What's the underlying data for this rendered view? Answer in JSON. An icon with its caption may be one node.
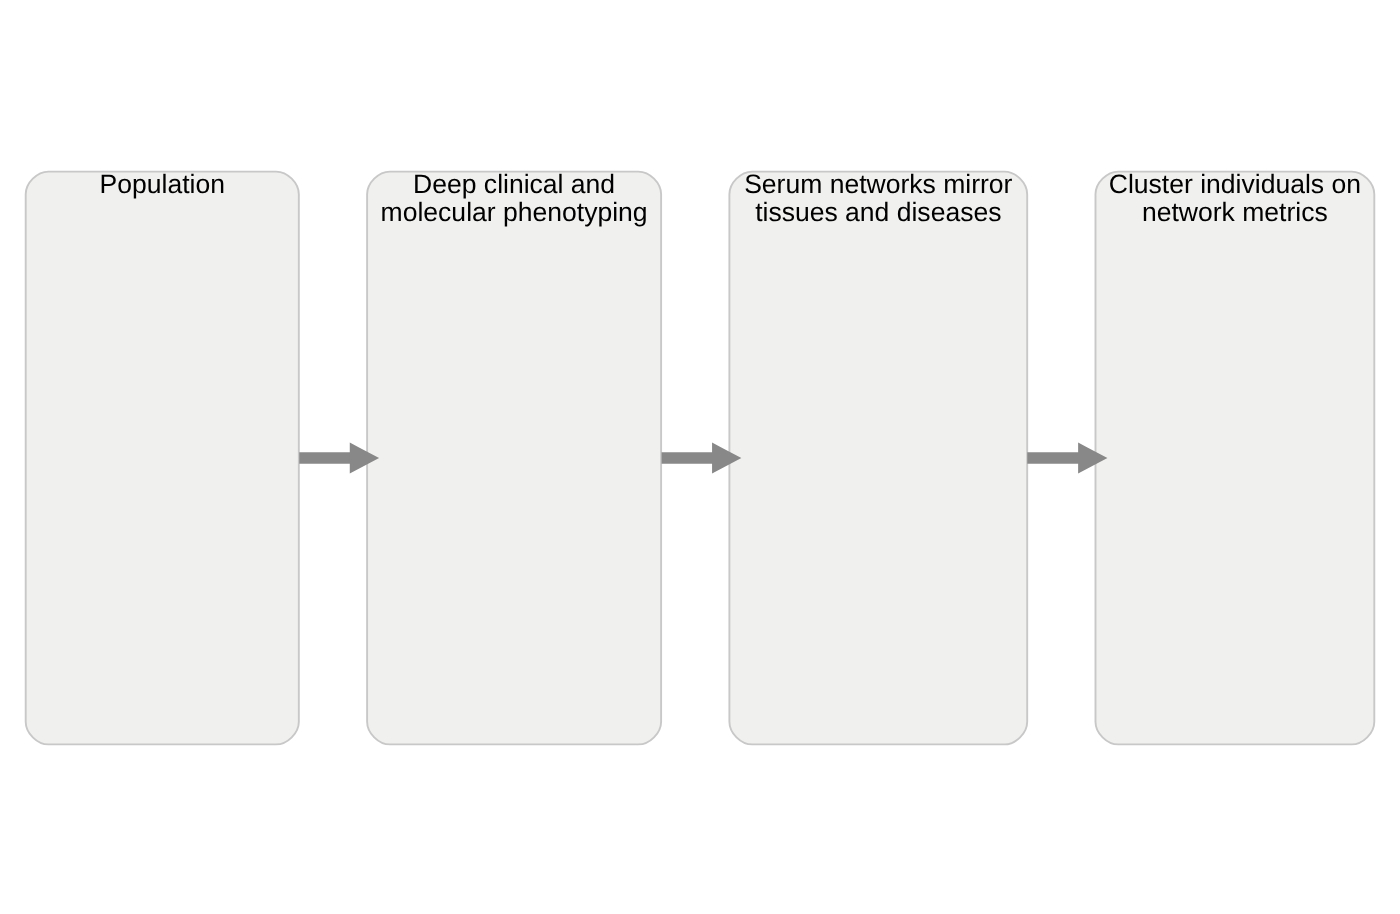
{
  "diagram": {
    "nodes": [
      {
        "text": [
          "Population"
        ]
      },
      {
        "text": [
          "Deep clinical and molecular phenotyping"
        ]
      },
      {
        "text": [
          "Serum networks mirror tissues and diseases"
        ]
      },
      {
        "text": [
          "Cluster individuals on network metrics"
        ]
      }
    ],
    "edges": [
      {
        "from": 0,
        "to": 1,
        "arrow": "to"
      },
      {
        "from": 1,
        "to": 2,
        "arrow": "to"
      },
      {
        "from": 2,
        "to": 3,
        "arrow": "to"
      }
    ]
  }
}
